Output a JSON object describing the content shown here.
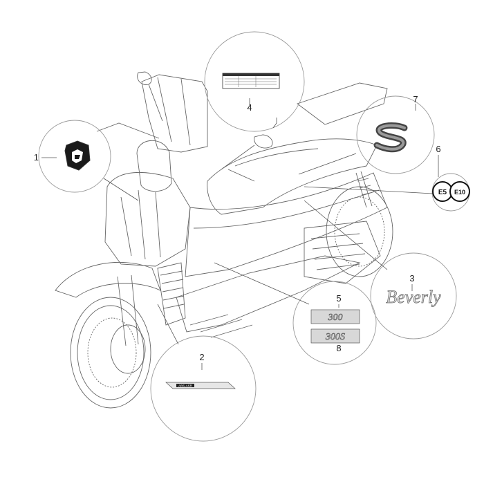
{
  "callouts": [
    {
      "id": "1",
      "label": "1"
    },
    {
      "id": "2",
      "label": "2"
    },
    {
      "id": "3",
      "label": "3"
    },
    {
      "id": "4",
      "label": "4"
    },
    {
      "id": "5",
      "label": "5"
    },
    {
      "id": "6",
      "label": "6"
    },
    {
      "id": "7",
      "label": "7"
    },
    {
      "id": "8",
      "label": "8"
    }
  ],
  "decals": {
    "badge_e5": "E5",
    "badge_e10": "E10",
    "model_300": "300",
    "model_300s": "300S",
    "abs_asr": "ABS-ASR",
    "s_logo": "S",
    "brand_script": "Beverly"
  },
  "colors": {
    "line": "#555555",
    "circle": "#9a9a9a",
    "decal_dark": "#222222"
  }
}
